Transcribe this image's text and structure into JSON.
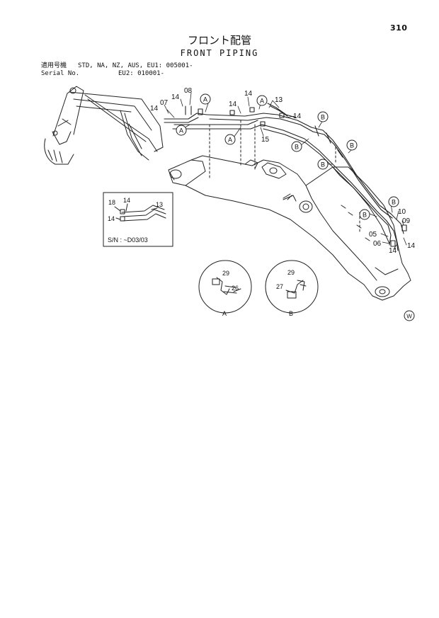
{
  "page_number": "310",
  "title_jp": "フロント配管",
  "title_en": "FRONT PIPING",
  "applicability": {
    "label_jp": "適用号機",
    "models": "STD, NA, NZ, AUS, EU1: 005001-",
    "serial_label": "Serial No.",
    "eu2": "EU2: 010001-"
  },
  "part_labels": [
    {
      "id": "p14a",
      "text": "14"
    },
    {
      "id": "p07",
      "text": "07"
    },
    {
      "id": "p14b",
      "text": "14"
    },
    {
      "id": "p08",
      "text": "08"
    },
    {
      "id": "p14c",
      "text": "14"
    },
    {
      "id": "p14d",
      "text": "14"
    },
    {
      "id": "p13",
      "text": "13"
    },
    {
      "id": "p14e",
      "text": "14"
    },
    {
      "id": "p15",
      "text": "15"
    },
    {
      "id": "p10",
      "text": "10"
    },
    {
      "id": "p09",
      "text": "09"
    },
    {
      "id": "p05",
      "text": "05"
    },
    {
      "id": "p06",
      "text": "06"
    },
    {
      "id": "p14f",
      "text": "14"
    },
    {
      "id": "p14g",
      "text": "14"
    }
  ],
  "callout_markers": [
    {
      "id": "mA1",
      "text": "A"
    },
    {
      "id": "mA2",
      "text": "A"
    },
    {
      "id": "mA3",
      "text": "A"
    },
    {
      "id": "mB1",
      "text": "B"
    },
    {
      "id": "mB2",
      "text": "B"
    },
    {
      "id": "mB3",
      "text": "B"
    },
    {
      "id": "mB4",
      "text": "B"
    },
    {
      "id": "mB5",
      "text": "B"
    },
    {
      "id": "mB6",
      "text": "B"
    }
  ],
  "inset": {
    "labels": [
      {
        "id": "i18",
        "text": "18"
      },
      {
        "id": "i14a",
        "text": "14"
      },
      {
        "id": "i13",
        "text": "13"
      },
      {
        "id": "i14b",
        "text": "14"
      }
    ],
    "serial_note": "S/N : ~D03/03"
  },
  "detail_A": {
    "label": "A",
    "parts": [
      "29",
      "26"
    ]
  },
  "detail_B": {
    "label": "B",
    "parts": [
      "29",
      "27"
    ]
  },
  "corner_mark": "W"
}
